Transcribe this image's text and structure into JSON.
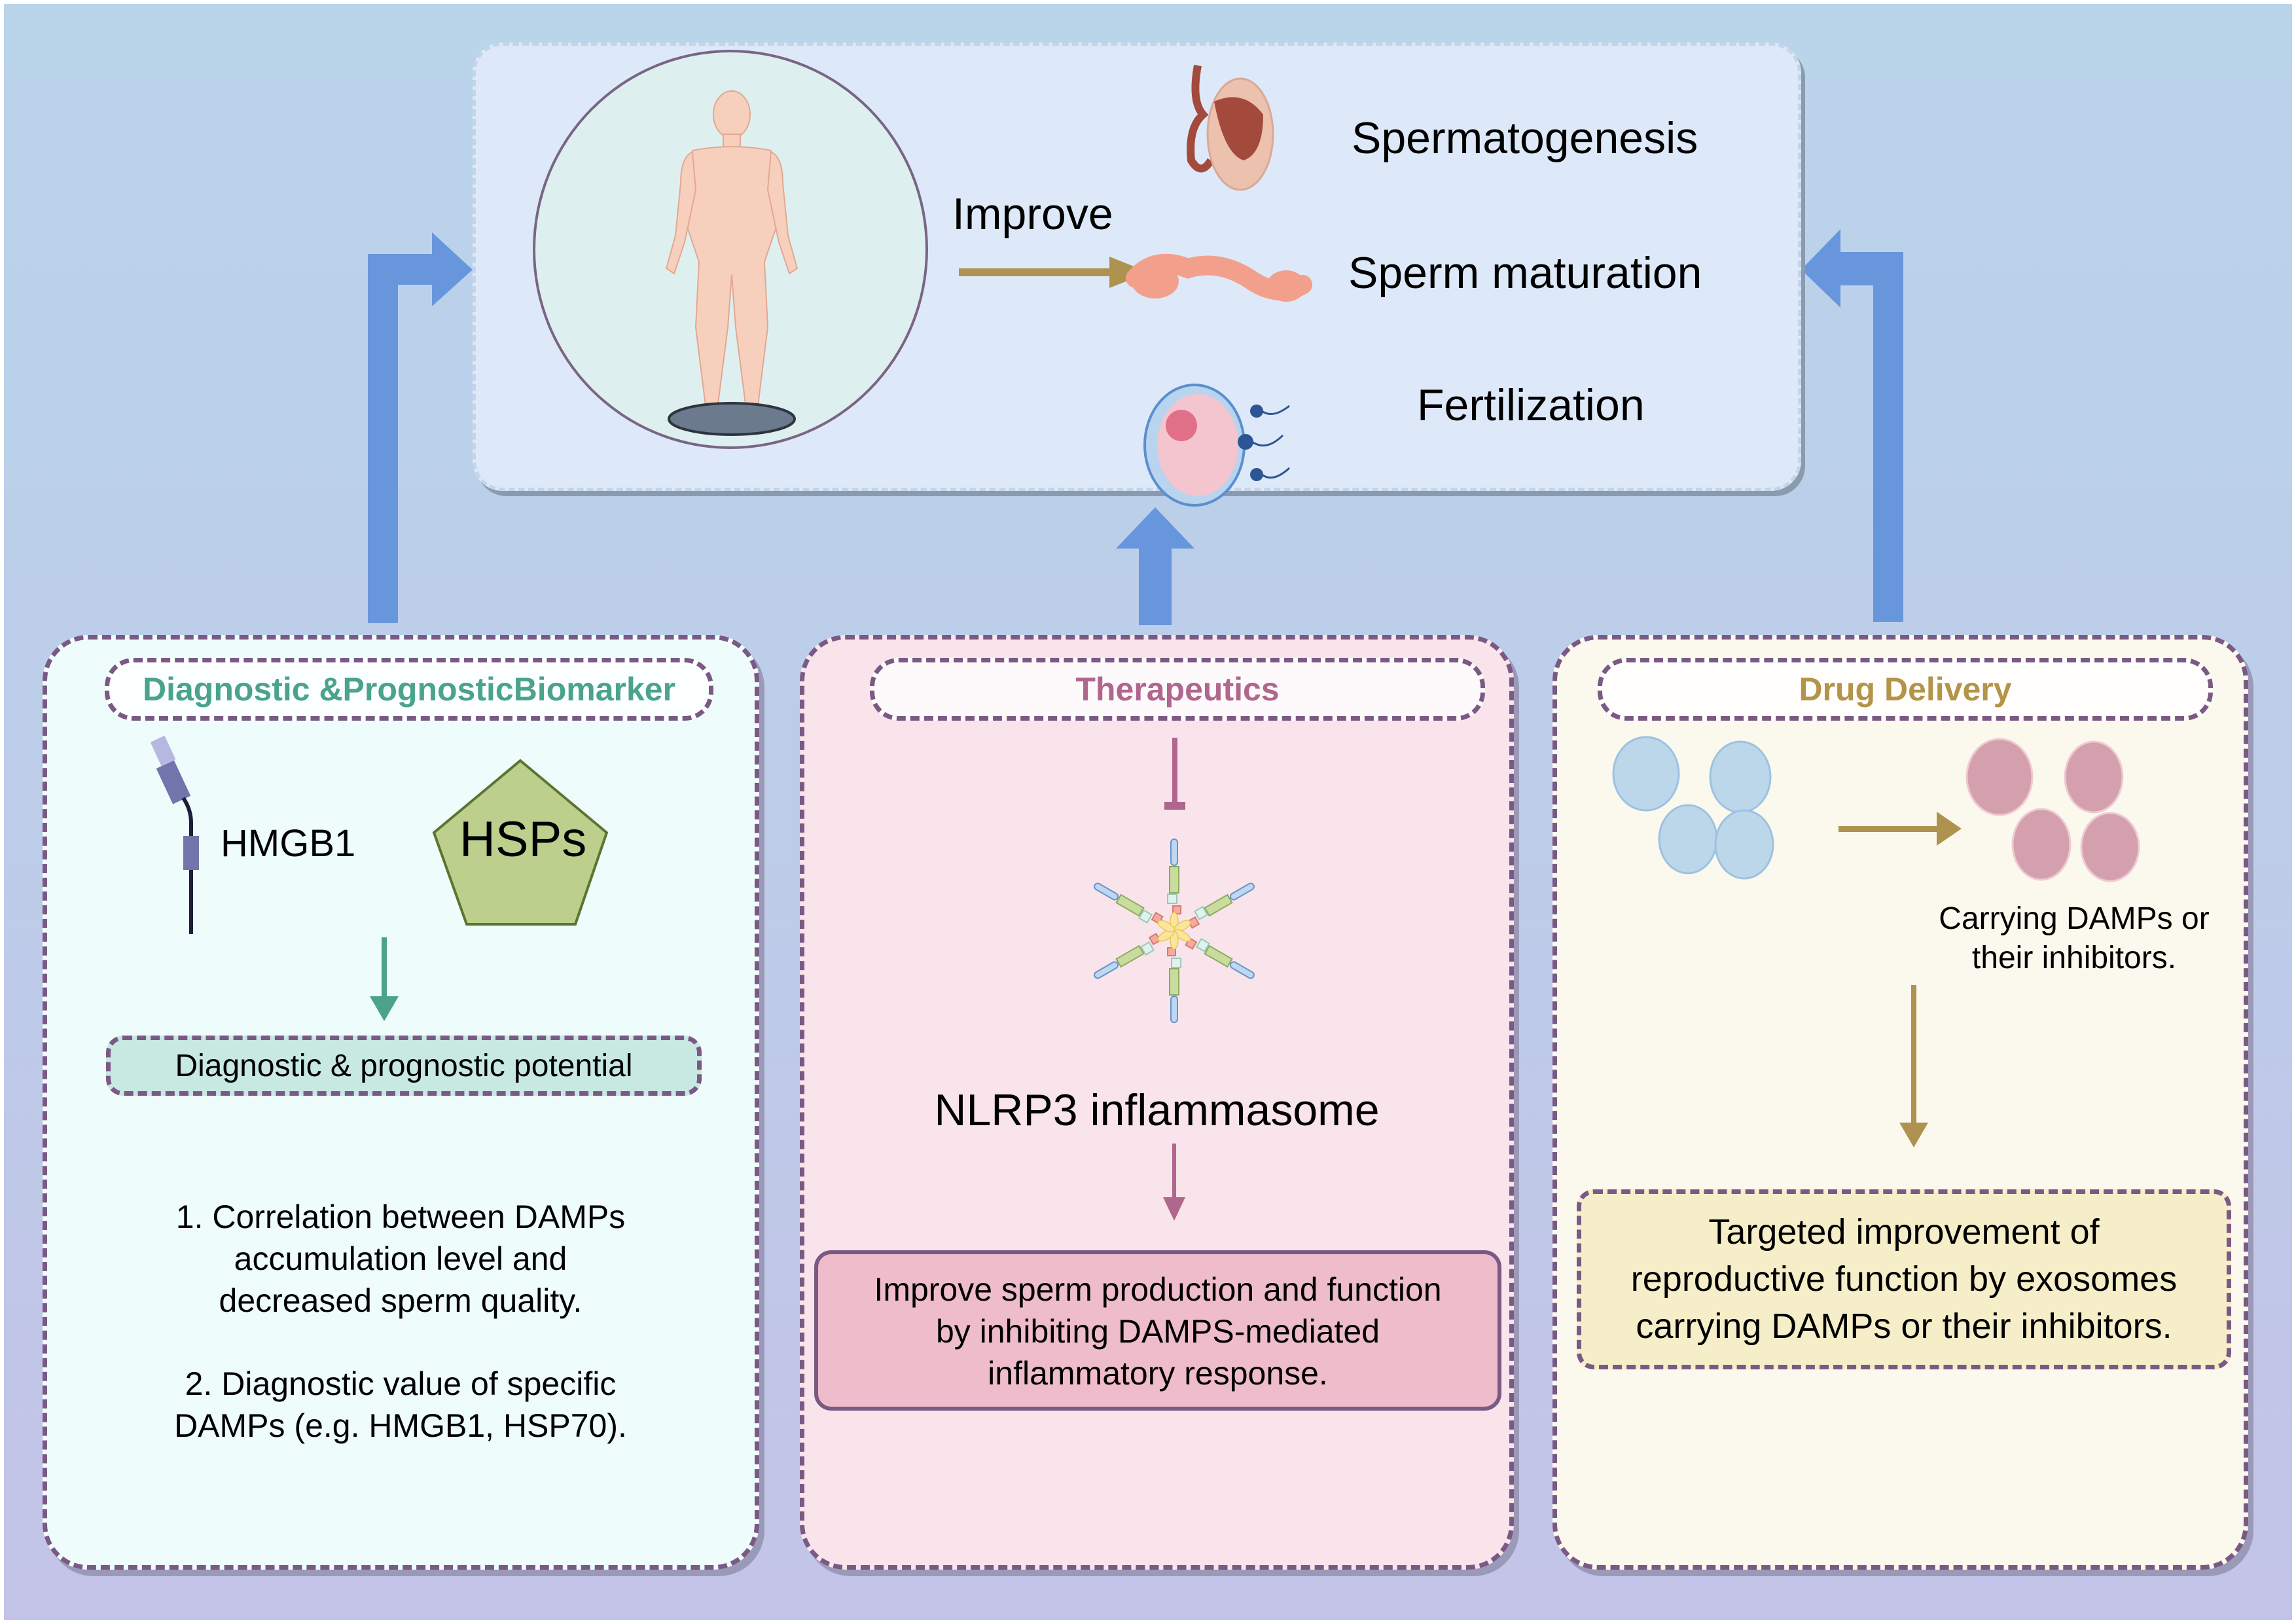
{
  "colors": {
    "arrow_blue": "#6796dc",
    "panel_border": "#7a5a84",
    "diagnostic_title": "#4aa38a",
    "therapeutics_title": "#b0668d",
    "drug_delivery_title": "#b39448",
    "improve_arrow": "#ae9350",
    "therapeutics_arrow": "#b0668d",
    "diagnostic_arrow": "#4aa38a"
  },
  "top": {
    "improve_label": "Improve",
    "outcomes": [
      {
        "label": "Spermatogenesis",
        "icon": "testis-icon"
      },
      {
        "label": "Sperm maturation",
        "icon": "epididymis-icon"
      },
      {
        "label": "Fertilization",
        "icon": "egg-sperm-icon"
      }
    ]
  },
  "panels": {
    "diagnostic": {
      "title": "Diagnostic &PrognosticBiomarker",
      "hmgb1_label": "HMGB1",
      "hsps_label": "HSPs",
      "potential_label": "Diagnostic & prognostic potential",
      "point1": [
        "1. Correlation between DAMPs",
        "accumulation level and",
        "decreased sperm quality."
      ],
      "point2": [
        "2. Diagnostic value of specific",
        "DAMPs (e.g. HMGB1, HSP70)."
      ]
    },
    "therapeutics": {
      "title": "Therapeutics",
      "nlrp3_label": "NLRP3 inflammasome",
      "result": [
        "Improve sperm production and function",
        "by inhibiting DAMPS-mediated",
        "inflammatory response."
      ]
    },
    "drug_delivery": {
      "title": "Drug Delivery",
      "carrying_label": [
        "Carrying DAMPs or",
        "their inhibitors."
      ],
      "result": [
        "Targeted improvement of",
        "reproductive function by exosomes",
        "carrying DAMPs or their inhibitors."
      ]
    }
  }
}
